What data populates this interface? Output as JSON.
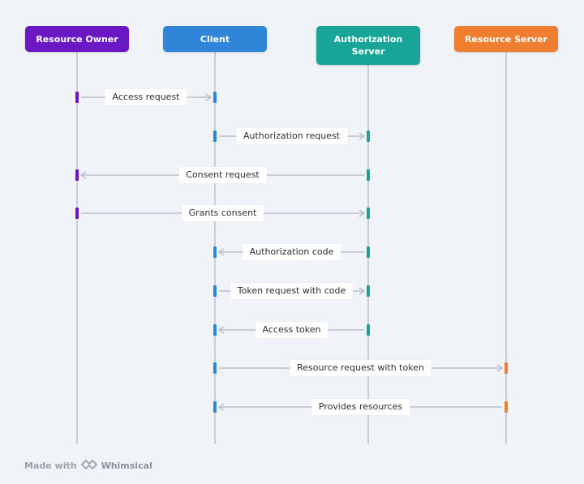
{
  "actors": [
    {
      "id": "owner",
      "label": "Resource Owner",
      "color": "#6a17c4"
    },
    {
      "id": "client",
      "label": "Client",
      "color": "#2f86d8"
    },
    {
      "id": "auth",
      "label": "Authorization\nServer",
      "color": "#17a597"
    },
    {
      "id": "resource",
      "label": "Resource Server",
      "color": "#ef7e30"
    }
  ],
  "messages": [
    {
      "from": "owner",
      "to": "client",
      "label": "Access request"
    },
    {
      "from": "client",
      "to": "auth",
      "label": "Authorization request"
    },
    {
      "from": "auth",
      "to": "owner",
      "label": "Consent request"
    },
    {
      "from": "owner",
      "to": "auth",
      "label": "Grants consent"
    },
    {
      "from": "auth",
      "to": "client",
      "label": "Authorization code"
    },
    {
      "from": "client",
      "to": "auth",
      "label": "Token request with code"
    },
    {
      "from": "auth",
      "to": "client",
      "label": "Access token"
    },
    {
      "from": "client",
      "to": "resource",
      "label": "Resource request with token"
    },
    {
      "from": "resource",
      "to": "client",
      "label": "Provides resources"
    }
  ],
  "footer": {
    "prefix": "Made with",
    "brand": "Whimsical"
  },
  "line_color": "#c8cdd6"
}
